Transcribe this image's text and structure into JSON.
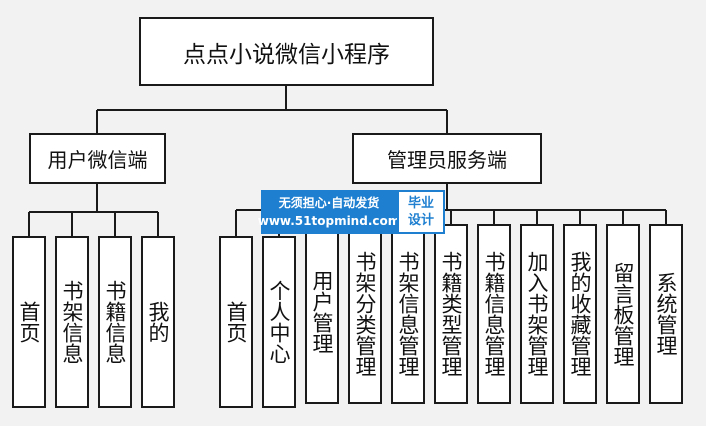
{
  "title": "点点小说微信小程序",
  "branches": [
    {
      "label": "用户微信端",
      "children": [
        "首页",
        "书架信息",
        "书籍信息",
        "我的"
      ]
    },
    {
      "label": "管理员服务端",
      "children": [
        "首页",
        "个人中心",
        "用户管理",
        "书架分类管理",
        "书架信息管理",
        "书籍类型管理",
        "书籍信息管理",
        "加入书架管理",
        "我的收藏管理",
        "留言板管理",
        "系统管理"
      ]
    }
  ],
  "watermark": {
    "line1": "无须担心·自动发货",
    "line2": "www.51topmind.com",
    "badge_line1": "毕业",
    "badge_line2": "设计"
  },
  "colors": {
    "line": "#1a1a1a",
    "box_bg": "#ffffff",
    "page_bg": "#f2f2f2",
    "watermark": "#1e7fd0"
  }
}
